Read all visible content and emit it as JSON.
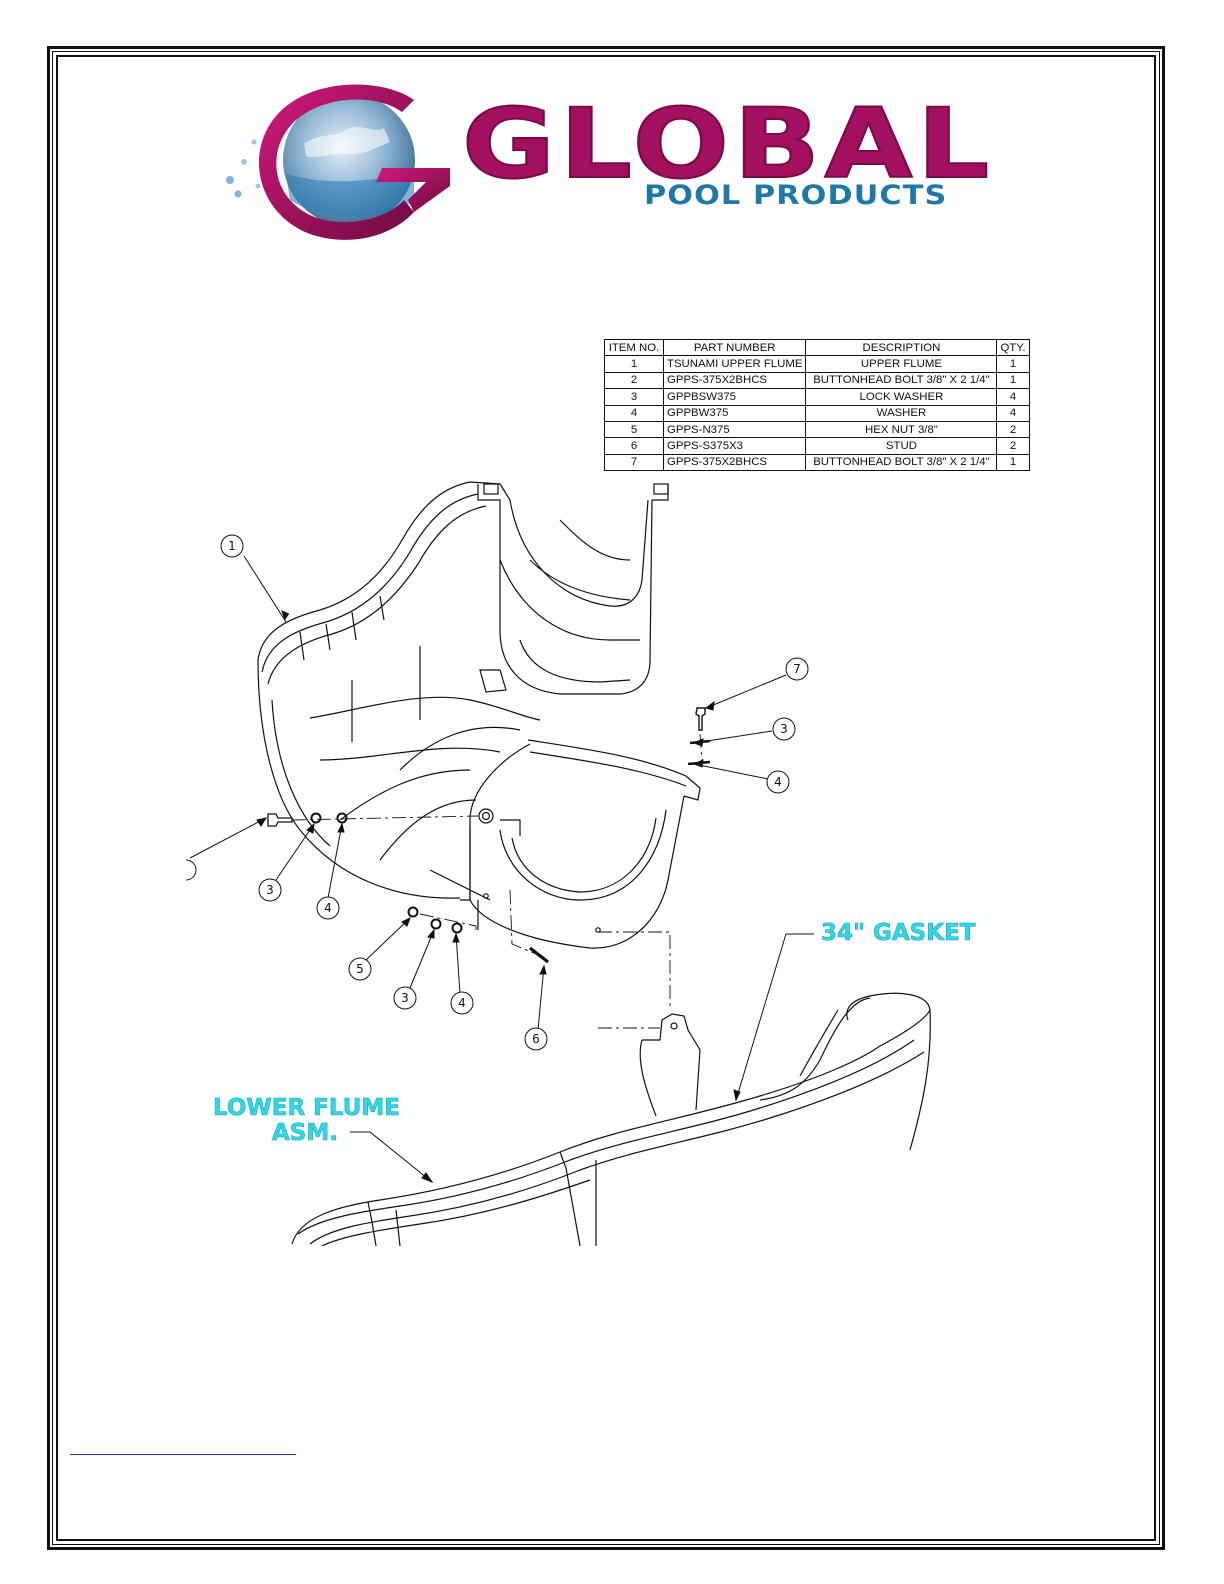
{
  "logo": {
    "word": "GLOBAL",
    "subtitle": "POOL PRODUCTS",
    "colors": {
      "magenta": "#a3105f",
      "blue": "#1f79a8",
      "globe": "#6aa0c8"
    }
  },
  "bom": {
    "headers": [
      "ITEM NO.",
      "PART NUMBER",
      "DESCRIPTION",
      "QTY."
    ],
    "rows": [
      [
        "1",
        "TSUNAMI UPPER FLUME",
        "UPPER FLUME",
        "1"
      ],
      [
        "2",
        "GPPS-375X2BHCS",
        "BUTTONHEAD BOLT 3/8\" X 2 1/4\"",
        "1"
      ],
      [
        "3",
        "GPPBSW375",
        "LOCK WASHER",
        "4"
      ],
      [
        "4",
        "GPPBW375",
        "WASHER",
        "4"
      ],
      [
        "5",
        "GPPS-N375",
        "HEX NUT 3/8\"",
        "2"
      ],
      [
        "6",
        "GPPS-S375X3",
        "STUD",
        "2"
      ],
      [
        "7",
        "GPPS-375X2BHCS",
        "BUTTONHEAD BOLT 3/8\" X 2 1/4\"",
        "1"
      ]
    ]
  },
  "callouts": [
    "1",
    "7",
    "3",
    "4",
    "3",
    "4",
    "5",
    "3",
    "4",
    "6"
  ],
  "labels": {
    "gasket": "34\" GASKET",
    "lower_flume_line1": "LOWER FLUME",
    "lower_flume_line2": "ASM."
  },
  "label_color": "#33d6e6"
}
